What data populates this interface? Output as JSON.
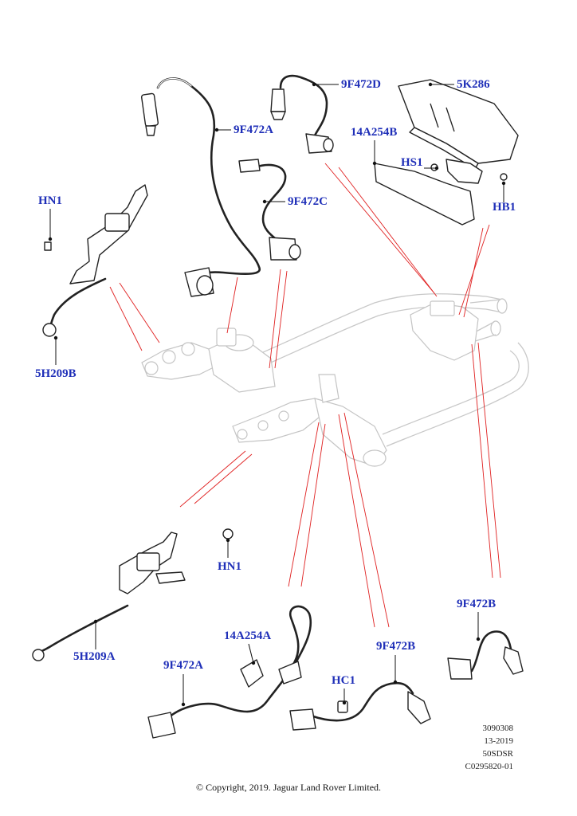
{
  "callouts": {
    "c_9f472d": "9F472D",
    "c_5k286": "5K286",
    "c_9f472a_top": "9F472A",
    "c_14a254b": "14A254B",
    "c_hs1": "HS1",
    "c_9f472c": "9F472C",
    "c_hn1_top": "HN1",
    "c_hb1": "HB1",
    "c_5h209b": "5H209B",
    "c_hn1_mid": "HN1",
    "c_9f472b_right": "9F472B",
    "c_14a254a": "14A254A",
    "c_5h209a": "5H209A",
    "c_9f472b_bottom": "9F472B",
    "c_hc1": "HC1",
    "c_9f472a_bottom": "9F472A"
  },
  "meta": {
    "line1": "3090308",
    "line2": "13-2019",
    "line3": "50SDSR",
    "line4": "C0295820-01"
  },
  "copyright": "© Copyright, 2019. Jaguar Land Rover Limited."
}
